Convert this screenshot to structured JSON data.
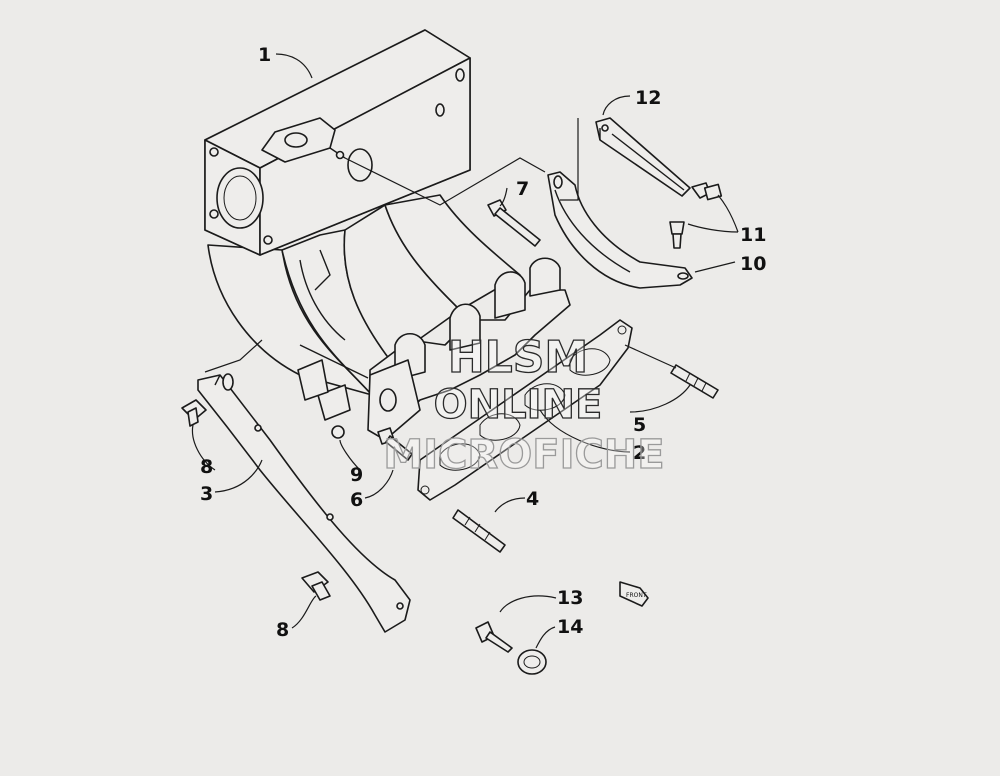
{
  "callouts": {
    "c1": "1",
    "c2": "2",
    "c3": "3",
    "c4": "4",
    "c5": "5",
    "c6": "6",
    "c7": "7",
    "c8a": "8",
    "c8b": "8",
    "c9": "9",
    "c10": "10",
    "c11": "11",
    "c12": "12",
    "c13": "13",
    "c14": "14"
  },
  "watermark": {
    "line1": "HLSM",
    "line2": "ONLINE",
    "line3": "MICROFICHE"
  },
  "front_marker": "FRONT"
}
